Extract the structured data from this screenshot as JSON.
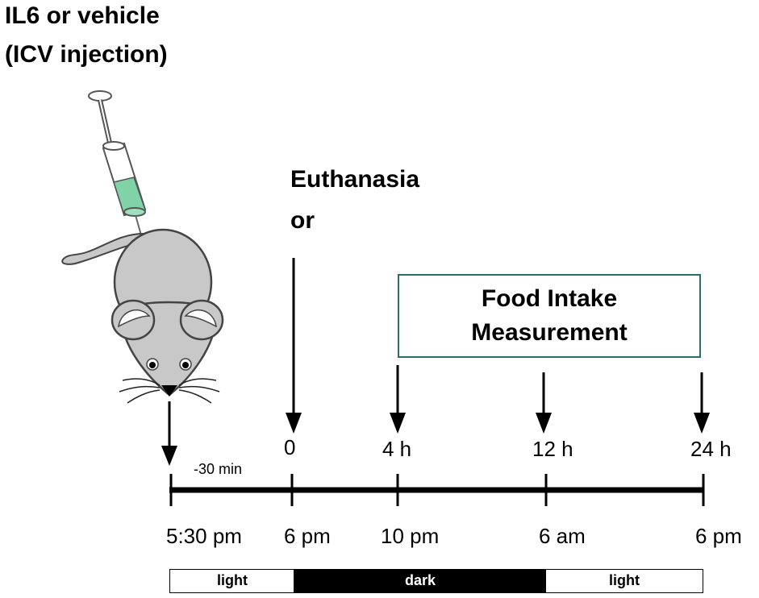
{
  "injection": {
    "line1": "IL6 or vehicle",
    "line2": "(ICV injection)"
  },
  "euthanasia": {
    "line1": "Euthanasia",
    "line2": "or"
  },
  "food_intake": {
    "line1": "Food Intake",
    "line2": "Measurement"
  },
  "offset_label": "-30 min",
  "timepoints_top": [
    "0",
    "4 h",
    "12 h",
    "24 h"
  ],
  "timepoints_bottom": [
    "5:30 pm",
    "6 pm",
    "10 pm",
    "6 am",
    "6 pm"
  ],
  "light_dark": [
    "light",
    "dark",
    "light"
  ],
  "colors": {
    "syringe_liquid": "#7fd3a6",
    "box_border": "#2e6b6b",
    "mouse_body": "#c8c8c8",
    "dark_bar": "#000000"
  }
}
